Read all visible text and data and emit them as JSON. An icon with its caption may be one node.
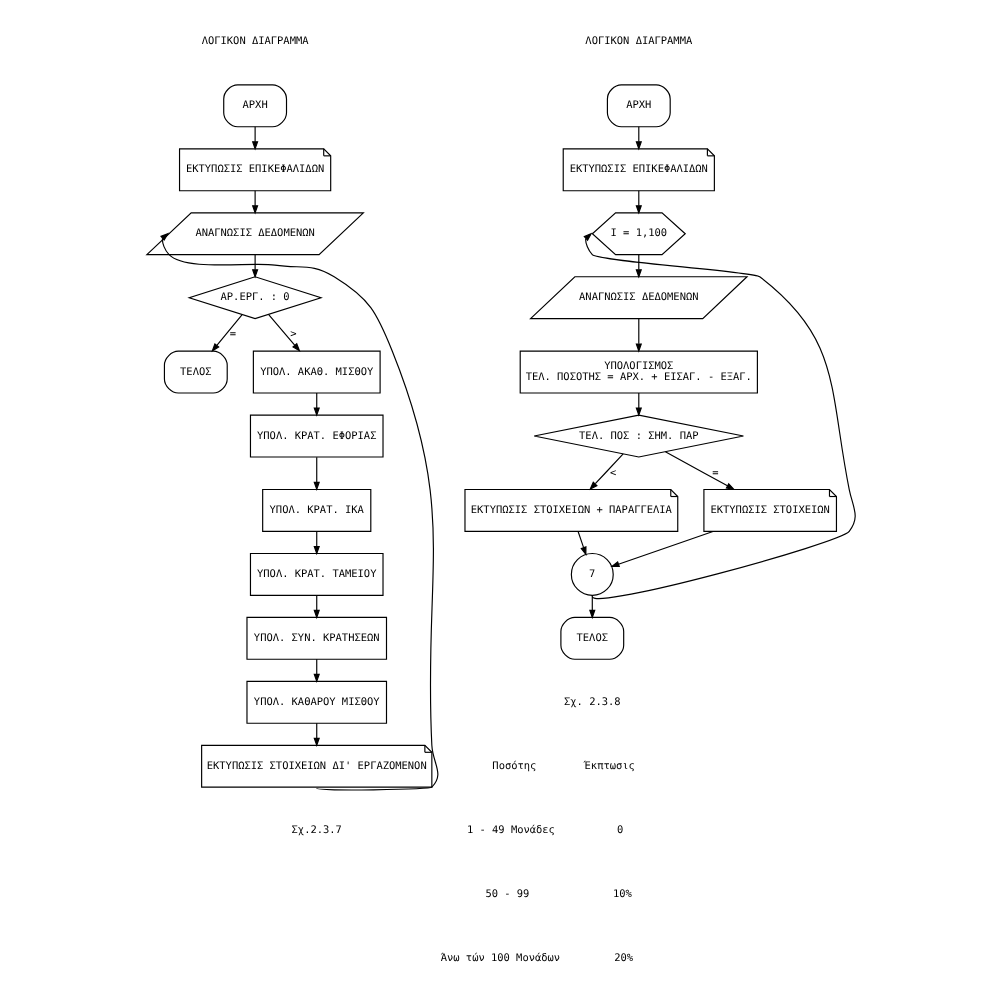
{
  "diagram": {
    "nodes": [
      {
        "text": [
          "ΑΡΧΗ"
        ]
      },
      {
        "text": [
          "ΕΚΤΥΠΩΣΙΣ ΕΠΙΚΕΦΑΛΙΔΩΝ"
        ]
      },
      {
        "text": [
          "ΑΝΑΓΝΩΣΙΣ ΔΕΔΟΜΕΝΩΝ"
        ]
      },
      {
        "text": [
          "ΑΡ.ΕΡΓ. : 0"
        ]
      },
      {
        "text": [
          "ΤΕΛΟΣ"
        ]
      },
      {
        "text": [
          "ΥΠΟΛ. ΑΚΑΘ. ΜΙΣΘΟΥ"
        ]
      },
      {
        "text": [
          "ΥΠΟΛ. ΚΡΑΤ. ΕΦΟΡΙΑΣ"
        ]
      },
      {
        "text": [
          "ΥΠΟΛ. ΚΡΑΤ. ΙΚΑ"
        ]
      },
      {
        "text": [
          "ΥΠΟΛ. ΚΡΑΤ. ΤΑΜΕΙΟΥ"
        ]
      },
      {
        "text": [
          "ΥΠΟΛ. ΣΥΝ. ΚΡΑΤΗΣΕΩΝ"
        ]
      },
      {
        "text": [
          "ΥΠΟΛ. ΚΑΘΑΡΟΥ ΜΙΣΘΟΥ"
        ]
      },
      {
        "text": [
          "ΕΚΤΥΠΩΣΙΣ ΣΤΟΙΧΕΙΩΝ ΔΙ' ΕΡΓΑΖΟΜΕΝΟΝ"
        ]
      },
      {
        "text": [
          "ΑΡΧΗ"
        ]
      },
      {
        "text": [
          "ΕΚΤΥΠΩΣΙΣ ΕΠΙΚΕΦΑΛΙΔΩΝ"
        ]
      },
      {
        "text": [
          "I = 1,100"
        ]
      },
      {
        "text": [
          "ΑΝΑΓΝΩΣΙΣ ΔΕΔΟΜΕΝΩΝ"
        ]
      },
      {
        "text": [
          "ΥΠΟΛΟΓΙΣΜΟΣ",
          "ΤΕΛ. ΠΟΣΟΤΗΣ = ΑΡΧ. + ΕΙΣΑΓ. - ΕΞΑΓ."
        ]
      },
      {
        "text": [
          "ΤΕΛ. ΠΟΣ : ΣΗΜ. ΠΑΡ"
        ]
      },
      {
        "text": [
          "ΕΚΤΥΠΩΣΙΣ ΣΤΟΙΧΕΙΩΝ + ΠΑΡΑΓΓΕΛΙΑ"
        ]
      },
      {
        "text": [
          "ΕΚΤΥΠΩΣΙΣ ΣΤΟΙΧΕΙΩΝ"
        ]
      },
      {
        "text": [
          "7"
        ]
      },
      {
        "text": [
          "ΤΕΛΟΣ"
        ]
      }
    ],
    "edges": [
      {
        "from": 0,
        "to": 1,
        "arrow": "to"
      },
      {
        "from": 1,
        "to": 2,
        "arrow": "to"
      },
      {
        "from": 2,
        "to": 3,
        "arrow": "to"
      },
      {
        "from": 3,
        "to": 4,
        "arrow": "to",
        "label": "="
      },
      {
        "from": 3,
        "to": 5,
        "arrow": "to",
        "label": ">"
      },
      {
        "from": 5,
        "to": 6,
        "arrow": "to"
      },
      {
        "from": 6,
        "to": 7,
        "arrow": "to"
      },
      {
        "from": 7,
        "to": 8,
        "arrow": "to"
      },
      {
        "from": 8,
        "to": 9,
        "arrow": "to"
      },
      {
        "from": 9,
        "to": 10,
        "arrow": "to"
      },
      {
        "from": 10,
        "to": 11,
        "arrow": "to"
      },
      {
        "from": 11,
        "to": 2,
        "arrow": "to"
      },
      {
        "from": 12,
        "to": 13,
        "arrow": "to"
      },
      {
        "from": 13,
        "to": 14,
        "arrow": "to"
      },
      {
        "from": 14,
        "to": 15,
        "arrow": "to"
      },
      {
        "from": 15,
        "to": 16,
        "arrow": "to"
      },
      {
        "from": 16,
        "to": 17,
        "arrow": "to"
      },
      {
        "from": 17,
        "to": 18,
        "arrow": "to",
        "label": "<"
      },
      {
        "from": 17,
        "to": 19,
        "arrow": "to",
        "label": "="
      },
      {
        "from": 18,
        "to": 20,
        "arrow": "to"
      },
      {
        "from": 19,
        "to": 20,
        "arrow": "to"
      },
      {
        "from": 20,
        "to": 14,
        "arrow": "to"
      },
      {
        "from": 20,
        "to": 21,
        "arrow": "to"
      }
    ],
    "labels": [
      "ΛΟΓΙΚΟΝ ΔΙΑΓΡΑΜΜΑ",
      "Σχ.2.3.7",
      "ΛΟΓΙΚΟΝ ΔΙΑΓΡΑΜΜΑ",
      "Σχ. 2.3.8",
      "Ποσότης",
      "Έκπτωσις",
      "1 - 49 Μονάδες",
      "0",
      "50 - 99",
      "10%",
      "Άνω τών 100 Μονάδων",
      "20%"
    ]
  }
}
